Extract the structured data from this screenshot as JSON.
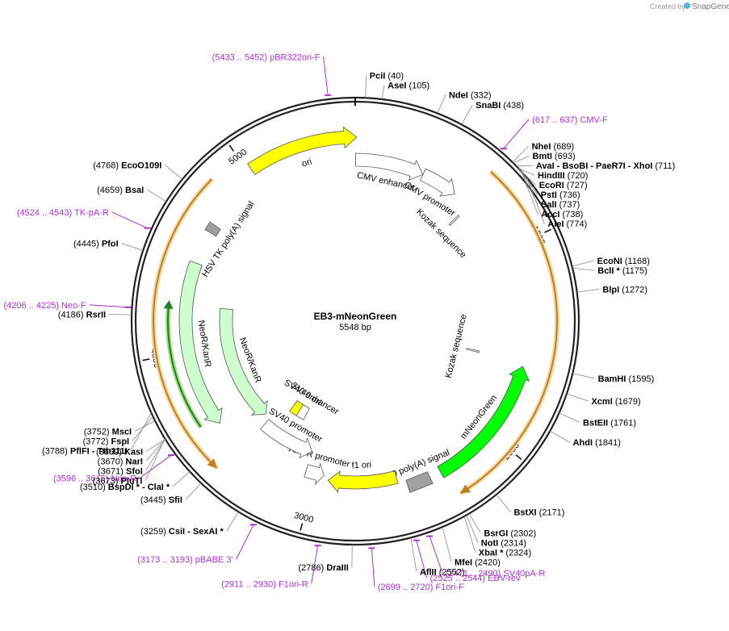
{
  "watermark": {
    "prefix": "Created by",
    "brand": "SnapGene"
  },
  "plasmid": {
    "name": "EB3-mNeonGreen",
    "size_label": "5548 bp",
    "length": 5548
  },
  "ticks": [
    {
      "bp": 1000,
      "label": "1000"
    },
    {
      "bp": 2000,
      "label": "2000"
    },
    {
      "bp": 3000,
      "label": "3000"
    },
    {
      "bp": 4000,
      "label": "4000"
    },
    {
      "bp": 5000,
      "label": "5000"
    }
  ],
  "features": [
    {
      "name": "ori",
      "start": 5018,
      "end": 5555,
      "dir": 1,
      "color": "#ffff00",
      "label": "ori"
    },
    {
      "name": "cmv-enhancer",
      "start": 2,
      "end": 381,
      "dir": 1,
      "color": "#ffffff",
      "label": "CMV enhancer"
    },
    {
      "name": "cmv-promoter",
      "start": 382,
      "end": 586,
      "dir": 1,
      "color": "#ffffff",
      "label": "CMV promoter"
    },
    {
      "name": "kozak-sequence-1",
      "start": 680,
      "end": 690,
      "dir": 0,
      "color": "#ffffff",
      "label": "Kozak sequence"
    },
    {
      "name": "mneongreen",
      "start": 1620,
      "end": 2320,
      "dir": -1,
      "color": "#00ff00",
      "label": "mNeonGreen"
    },
    {
      "name": "kozak-sequence-2",
      "start": 1596,
      "end": 1606,
      "dir": 0,
      "color": "#ffffff",
      "label": "Kozak sequence"
    },
    {
      "name": "sv40-polya-signal",
      "start": 2380,
      "end": 2501,
      "dir": 0,
      "color": "#a0a0a0",
      "label": "SV40 poly(A) signal"
    },
    {
      "name": "f1-ori",
      "start": 2547,
      "end": 2923,
      "dir": 1,
      "color": "#ffff00",
      "label": "f1 ori"
    },
    {
      "name": "ampr-promoter",
      "start": 2950,
      "end": 3054,
      "dir": -1,
      "color": "#ffffff",
      "label": "AmpR promoter"
    },
    {
      "name": "sv40-promoter",
      "start": 3056,
      "end": 3410,
      "dir": -1,
      "color": "#ffffff",
      "label": "SV40 promoter"
    },
    {
      "name": "sv40-enhancer",
      "start": 3200,
      "end": 3270,
      "dir": 0,
      "color": "#ffffff",
      "label": "SV40 enhancer"
    },
    {
      "name": "sv40-ori",
      "start": 3266,
      "end": 3330,
      "dir": 0,
      "color": "#ffff00",
      "label": "SV40 ori"
    },
    {
      "name": "neor-kanr-inner",
      "start": 3450,
      "end": 4244,
      "dir": -1,
      "color": "#ccffcc",
      "label": "NeoR/KanR"
    },
    {
      "name": "neor-kanr-outer",
      "start": 3590,
      "end": 4470,
      "dir": -1,
      "color": "#ccffcc",
      "label": "NeoR/KanR"
    },
    {
      "name": "hsv-tk-polya-signal",
      "start": 4645,
      "end": 4690,
      "dir": 0,
      "color": "#a0a0a0",
      "label": "HSV TK poly(A) signal"
    }
  ],
  "orange_arcs": [
    {
      "start": 650,
      "end": 2290,
      "dir": 1
    },
    {
      "start": 3440,
      "end": 4850,
      "dir": -1
    }
  ],
  "green_arc": {
    "start": 3630,
    "end": 4240,
    "dir": 1
  },
  "enzymes": [
    {
      "name": "PciI",
      "pos": "(40)",
      "site": 40
    },
    {
      "name": "AseI",
      "pos": "(105)",
      "site": 105
    },
    {
      "name": "NdeI",
      "pos": "(332)",
      "site": 332
    },
    {
      "name": "SnaBI",
      "pos": "(438)",
      "site": 438
    },
    {
      "name": "NheI",
      "pos": "(689)",
      "site": 689
    },
    {
      "name": "BmtI",
      "pos": "(693)",
      "site": 693
    },
    {
      "name": "AvaI - BsoBI - PaeR7I - XhoI",
      "pos": "(711)",
      "site": 711
    },
    {
      "name": "HindIII",
      "pos": "(720)",
      "site": 720
    },
    {
      "name": "EcoRI",
      "pos": "(727)",
      "site": 727
    },
    {
      "name": "PstI",
      "pos": "(736)",
      "site": 736
    },
    {
      "name": "SalI",
      "pos": "(737)",
      "site": 737
    },
    {
      "name": "AccI",
      "pos": "(738)",
      "site": 738
    },
    {
      "name": "AleI",
      "pos": "(774)",
      "site": 774
    },
    {
      "name": "EcoNI",
      "pos": "(1168)",
      "site": 1168
    },
    {
      "name": "BclI *",
      "pos": "(1175)",
      "site": 1175
    },
    {
      "name": "BlpI",
      "pos": "(1272)",
      "site": 1272
    },
    {
      "name": "BamHI",
      "pos": "(1595)",
      "site": 1595
    },
    {
      "name": "XcmI",
      "pos": "(1679)",
      "site": 1679
    },
    {
      "name": "BstEII",
      "pos": "(1761)",
      "site": 1761
    },
    {
      "name": "AhdI",
      "pos": "(1841)",
      "site": 1841
    },
    {
      "name": "BstXI",
      "pos": "(2171)",
      "site": 2171
    },
    {
      "name": "BsrGI",
      "pos": "(2302)",
      "site": 2302
    },
    {
      "name": "NotI",
      "pos": "(2314)",
      "site": 2314
    },
    {
      "name": "XbaI *",
      "pos": "(2324)",
      "site": 2324
    },
    {
      "name": "MfeI",
      "pos": "(2420)",
      "site": 2420
    },
    {
      "name": "AflII",
      "pos": "(2552)",
      "site": 2552
    },
    {
      "name": "DraIII",
      "pos": "(2786)",
      "site": 2786
    },
    {
      "name": "CsiI - SexAI *",
      "pos": "(3259)",
      "site": 3259
    },
    {
      "name": "SfiI",
      "pos": "(3445)",
      "site": 3445
    },
    {
      "name": "BspDI * - ClaI *",
      "pos": "(3510)",
      "site": 3510
    },
    {
      "name": "KasI",
      "pos": "(3669)",
      "site": 3669
    },
    {
      "name": "NarI",
      "pos": "(3670)",
      "site": 3670
    },
    {
      "name": "SfoI",
      "pos": "(3671)",
      "site": 3671
    },
    {
      "name": "PluTI",
      "pos": "(3673)",
      "site": 3673
    },
    {
      "name": "MscI",
      "pos": "(3752)",
      "site": 3752
    },
    {
      "name": "FspI",
      "pos": "(3772)",
      "site": 3772
    },
    {
      "name": "PflFI - Tth111I",
      "pos": "(3788)",
      "site": 3788
    },
    {
      "name": "RsrII",
      "pos": "(4186)",
      "site": 4186
    },
    {
      "name": "PfoI",
      "pos": "(4445)",
      "site": 4445
    },
    {
      "name": "BsaI",
      "pos": "(4659)",
      "site": 4659
    },
    {
      "name": "EcoO109I",
      "pos": "(4768)",
      "site": 4768
    }
  ],
  "primers": [
    {
      "name": "pBR322ori-F",
      "range": "(5433 .. 5452)",
      "site": 5442
    },
    {
      "name": "CMV-F",
      "range": "(617 .. 637)",
      "site": 627
    },
    {
      "name": "SV40pA-R",
      "range": "(2471 .. 2490)",
      "site": 2480
    },
    {
      "name": "EBV-rev",
      "range": "(2525 .. 2544)",
      "site": 2534
    },
    {
      "name": "F1ori-F",
      "range": "(2699 .. 2720)",
      "site": 2710
    },
    {
      "name": "F1ori-R",
      "range": "(2911 .. 2930)",
      "site": 2920
    },
    {
      "name": "pBABE 3'",
      "range": "(3173 .. 3193)",
      "site": 3183
    },
    {
      "name": "Neo-R",
      "range": "(3596 .. 3615)",
      "site": 3605
    },
    {
      "name": "Neo-F",
      "range": "(4206 .. 4225)",
      "site": 4215
    },
    {
      "name": "TK-pA-R",
      "range": "(4524 .. 4543)",
      "site": 4533
    }
  ]
}
